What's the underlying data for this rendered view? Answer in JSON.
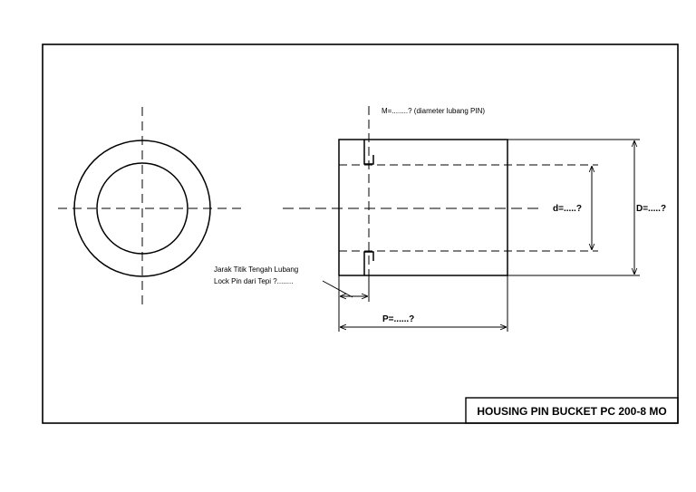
{
  "title_block": {
    "title": "HOUSING PIN BUCKET PC 200-8 MO"
  },
  "annotations": {
    "m_label": "M=........? (diameter lubang PIN)",
    "d_inner": "d=.....?",
    "d_outer": "D=.....?",
    "p_label": "P=......?",
    "pin_distance_line1": "Jarak Titik Tengah Lubang",
    "pin_distance_line2": "Lock Pin dari Tepi ?........"
  }
}
